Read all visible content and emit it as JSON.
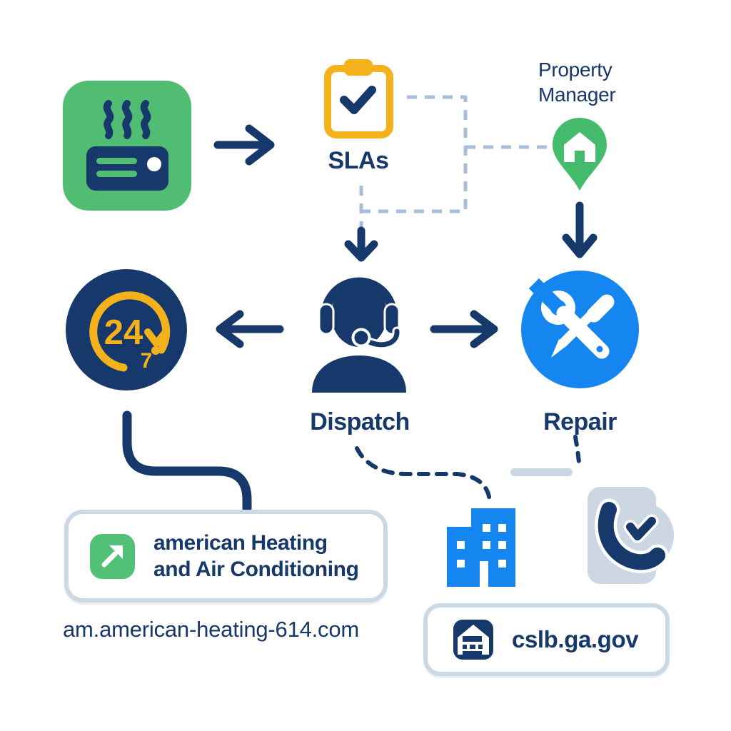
{
  "colors": {
    "navy": "#17386b",
    "green": "#50bd72",
    "yellow": "#f3b11c",
    "blue": "#1586f0",
    "light_border": "#ccd8e4",
    "dash_light": "#a8bed8",
    "background": "#ffffff"
  },
  "flow": {
    "heater": {
      "icon": "heater-icon"
    },
    "slas": {
      "label": "SLAs",
      "icon": "clipboard-check-icon"
    },
    "property_manager": {
      "line1": "Property",
      "line2": "Manager",
      "icon": "map-pin-house-icon"
    },
    "service_24_7": {
      "hours": "24",
      "days": "7",
      "icon": "24-7-clock-icon"
    },
    "dispatch": {
      "label": "Dispatch",
      "icon": "headset-agent-icon"
    },
    "repair": {
      "label": "Repair",
      "icon": "wrench-screwdriver-icon"
    }
  },
  "company": {
    "name_line1": "american Heating",
    "name_line2": "and Air Conditioning",
    "icon": "arrow-up-right-icon",
    "website": "am.american-heating-614.com"
  },
  "license": {
    "label": "cslb.ga.gov",
    "icon": "house-permit-icon"
  },
  "misc_icons": {
    "building": "office-building-icon",
    "phone": "phone-check-icon"
  }
}
